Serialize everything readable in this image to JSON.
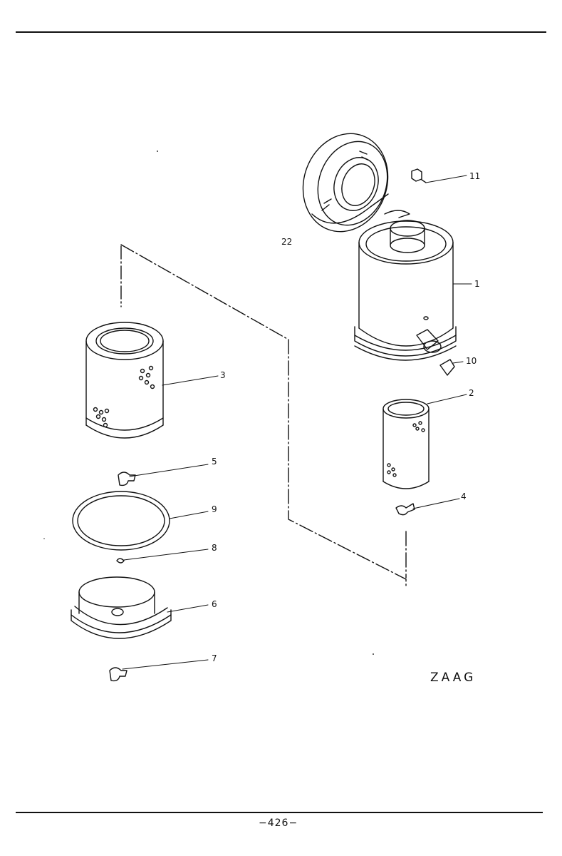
{
  "header": {
    "title": ""
  },
  "drawing_code": "ZAAG",
  "page_number": "−426−",
  "callouts": [
    {
      "id": "11",
      "text": "11"
    },
    {
      "id": "22",
      "text": "22"
    },
    {
      "id": "1",
      "text": "1"
    },
    {
      "id": "10",
      "text": "10"
    },
    {
      "id": "2",
      "text": "2"
    },
    {
      "id": "4",
      "text": "4"
    },
    {
      "id": "3",
      "text": "3"
    },
    {
      "id": "5",
      "text": "5"
    },
    {
      "id": "9",
      "text": "9"
    },
    {
      "id": "8",
      "text": "8"
    },
    {
      "id": "6",
      "text": "6"
    },
    {
      "id": "7",
      "text": "7"
    }
  ]
}
